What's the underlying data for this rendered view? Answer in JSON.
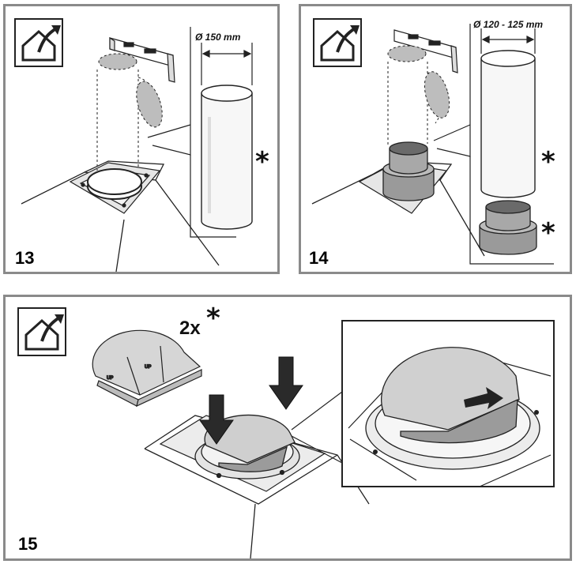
{
  "colors": {
    "frame": "#8a8a8a",
    "line": "#222222",
    "fill_grey": "#c8c8c8",
    "dark_grey": "#7a7a7a"
  },
  "panel13": {
    "step": "13",
    "diameter_label": "Ø 150 mm",
    "asterisk": "*",
    "icon": "house-exhaust-icon"
  },
  "panel14": {
    "step": "14",
    "diameter_label": "Ø 120 - 125 mm",
    "asterisk_pipe": "*",
    "asterisk_adapter": "*",
    "icon": "house-exhaust-icon"
  },
  "panel15": {
    "step": "15",
    "quantity": "2x",
    "asterisk": "*",
    "icon": "house-exhaust-icon",
    "flap_text_up": "UP",
    "flap_text_up2": "UP"
  }
}
